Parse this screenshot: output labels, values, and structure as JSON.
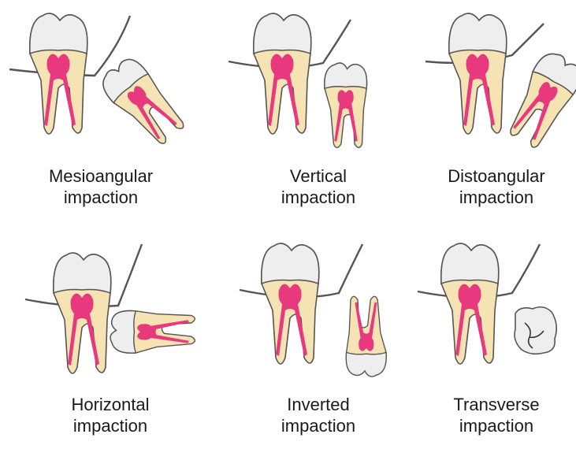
{
  "panels": [
    {
      "id": "mesioangular",
      "line1": "Mesioangular",
      "line2": "impaction"
    },
    {
      "id": "vertical",
      "line1": "Vertical",
      "line2": "impaction"
    },
    {
      "id": "distoangular",
      "line1": "Distoangular",
      "line2": "impaction"
    },
    {
      "id": "horizontal",
      "line1": "Horizontal",
      "line2": "impaction"
    },
    {
      "id": "inverted",
      "line1": "Inverted",
      "line2": "impaction"
    },
    {
      "id": "transverse",
      "line1": "Transverse",
      "line2": "impaction"
    }
  ],
  "colors": {
    "enamel": "#eeeeee",
    "dentin": "#f6e3b4",
    "pulp": "#e8397f",
    "outline": "#555555",
    "bone_line": "#555555",
    "text": "#1a1a1a"
  }
}
